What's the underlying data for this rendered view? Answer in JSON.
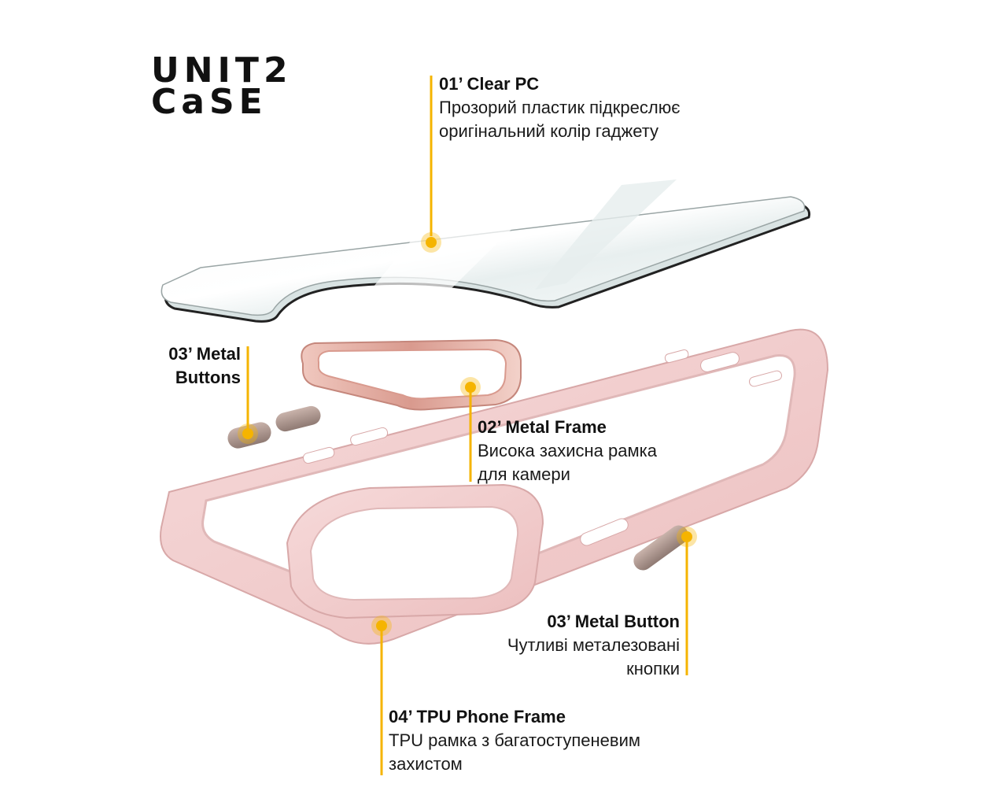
{
  "brand": {
    "line1": "UNIT2",
    "line2": "CaSE"
  },
  "callouts": {
    "clear_pc": {
      "title": "01’ Clear PC",
      "desc1": "Прозорий пластик підкреслює",
      "desc2": "оригінальний колір гаджету"
    },
    "metal_buttons": {
      "title1": "03’ Metal",
      "title2": "Buttons"
    },
    "metal_frame": {
      "title": "02’ Metal Frame",
      "desc1": "Висока захисна рамка",
      "desc2": "для камери"
    },
    "metal_button": {
      "title": "03’ Metal Button",
      "desc1": "Чутливі металезовані",
      "desc2": "кнопки"
    },
    "tpu_frame": {
      "title": "04’ TPU Phone Frame",
      "desc1": "TPU рамка з багатоступеневим",
      "desc2": "захистом"
    }
  },
  "colors": {
    "accent": "#f5b400",
    "case_pink": "#f2cfcf",
    "metal_pink": "#e3aaa0",
    "button_gray": "#b09a92"
  }
}
